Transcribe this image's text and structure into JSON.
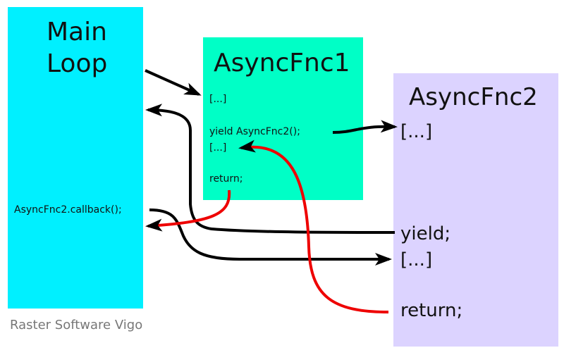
{
  "main_loop": {
    "title_line1": "Main",
    "title_line2": "Loop",
    "callback": "AsyncFnc2.callback();",
    "color": "#00f0ff"
  },
  "async1": {
    "title": "AsyncFnc1",
    "line1": "[...]",
    "line2": "yield AsyncFnc2();",
    "line3": "[...]",
    "line4": "return;",
    "color": "#00ffc6"
  },
  "async2": {
    "title": "AsyncFnc2",
    "line1": "[...]",
    "line2": "yield;",
    "line3": "[...]",
    "line4": "return;",
    "color": "#dcd3ff"
  },
  "credit": "Raster Software Vigo",
  "arrow_colors": {
    "flow": "#000000",
    "return": "#ee0000"
  }
}
